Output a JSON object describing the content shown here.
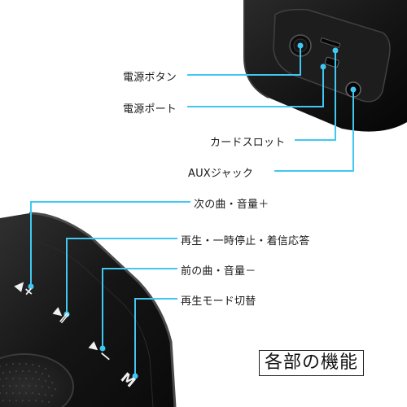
{
  "labels": {
    "power_button": "電源ボタン",
    "power_port": "電源ポート",
    "card_slot": "カードスロット",
    "aux_jack": "AUXジャック",
    "next_vol_up": "次の曲・音量＋",
    "play_pause_call": "再生・一時停止・着信応答",
    "prev_vol_down": "前の曲・音量－",
    "mode_switch": "再生モード切替"
  },
  "title": "各部の機能",
  "device_markings": {
    "next_button_glyph": "▲+",
    "play_button_glyph": "▶‖",
    "prev_button_glyph": "▶ —",
    "mode_button_glyph": "M"
  },
  "colors": {
    "callout": "#41c8f2",
    "device_body": "#161616",
    "device_edge": "#3a3a3a",
    "background": "#ffffff"
  }
}
